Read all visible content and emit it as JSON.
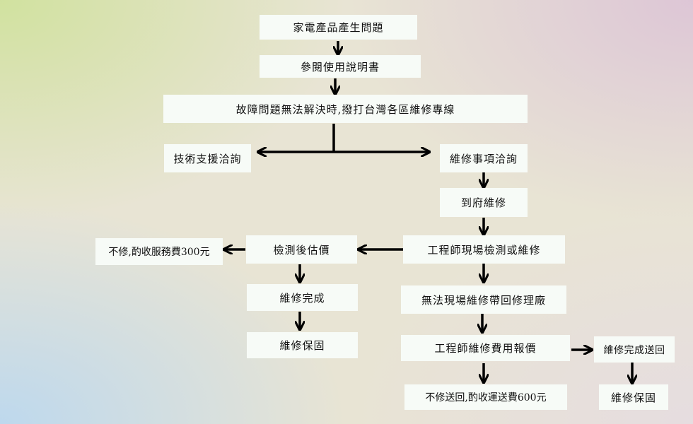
{
  "nodes": {
    "n1": "家電產品產生問題",
    "n2": "參閱使用說明書",
    "n3": "故障問題無法解決時,撥打台灣各區維修專線",
    "n4": "技術支援洽詢",
    "n5": "維修事項洽詢",
    "n6": "到府維修",
    "n7": "工程師現場檢測或維修",
    "n8": "檢測後估價",
    "n9": "不修,酌收服務費300元",
    "n10": "維修完成",
    "n11": "維修保固",
    "n12": "無法現場維修帶回修理廠",
    "n13": "工程師維修費用報價",
    "n14": "維修完成送回",
    "n15": "維修保固",
    "n16": "不修送回,酌收運送費600元"
  },
  "colors": {
    "arrow": "#000000",
    "box": "#f7fbf7"
  }
}
